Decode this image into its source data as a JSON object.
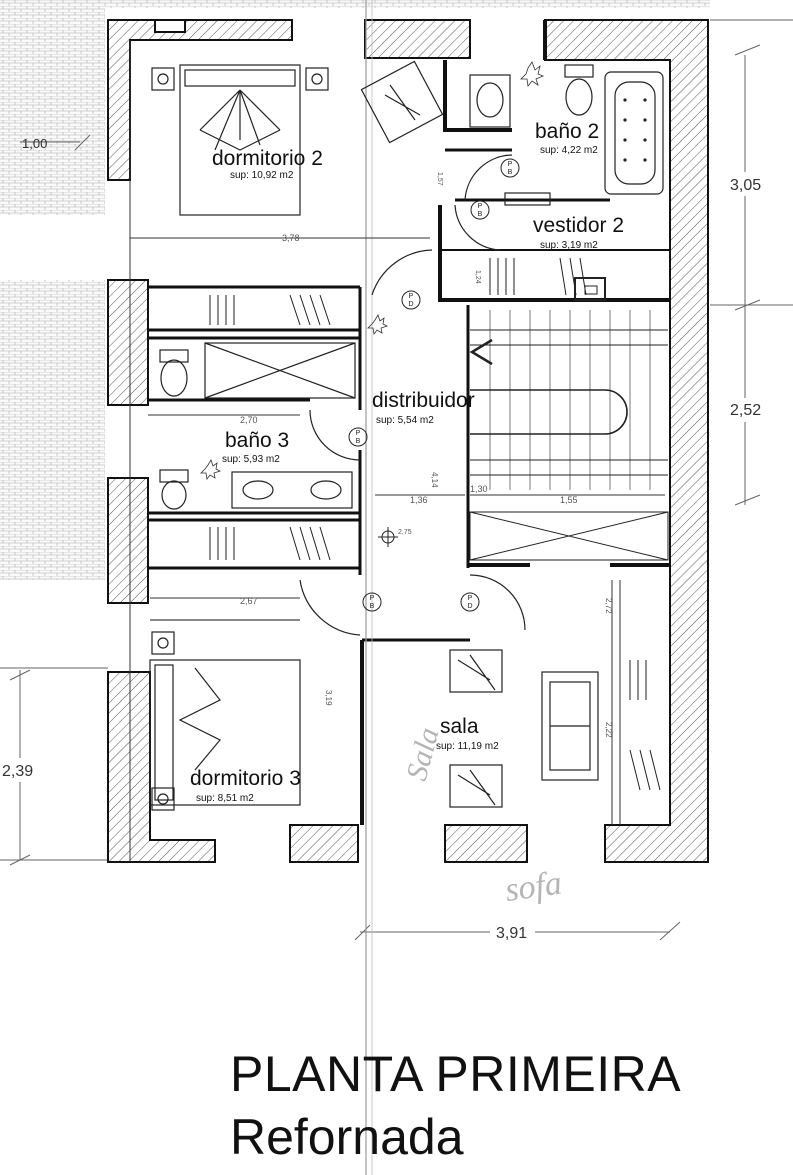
{
  "title": {
    "line1": "PLANTA PRIMEIRA",
    "line2": "Refornada"
  },
  "rooms": [
    {
      "name": "dormitorio 2",
      "area": "sup: 10,92 m2"
    },
    {
      "name": "baño 2",
      "area": "sup: 4,22 m2"
    },
    {
      "name": "vestidor 2",
      "area": "sup: 3,19 m2"
    },
    {
      "name": "distribuidor",
      "area": "sup: 5,54 m2"
    },
    {
      "name": "baño 3",
      "area": "sup: 5,93 m2"
    },
    {
      "name": "sala",
      "area": "sup: 11,19 m2"
    },
    {
      "name": "dormitorio 3",
      "area": "sup: 8,51 m2"
    }
  ],
  "dimensions": {
    "right_top": "3,05",
    "right_mid": "2,52",
    "left_bottom": "2,39",
    "bottom": "3,91",
    "left_top": "1,00"
  },
  "inner_dimensions": [
    "3,78",
    "2,70",
    "1,36",
    "1,30",
    "1,55",
    "2,67",
    "2,75",
    "4,14",
    "3,19",
    "2,22",
    "2,72",
    "1,57",
    "1,24"
  ],
  "door_symbol": {
    "top": "P",
    "bottom": "B"
  },
  "door_symbol_alt": {
    "top": "P",
    "bottom": "D"
  },
  "handwritten": {
    "note1": "Sala",
    "note2": "sofa"
  },
  "colors": {
    "ink": "#111111",
    "wall_hatch": "#555555",
    "pencil": "#9a9a9a"
  }
}
